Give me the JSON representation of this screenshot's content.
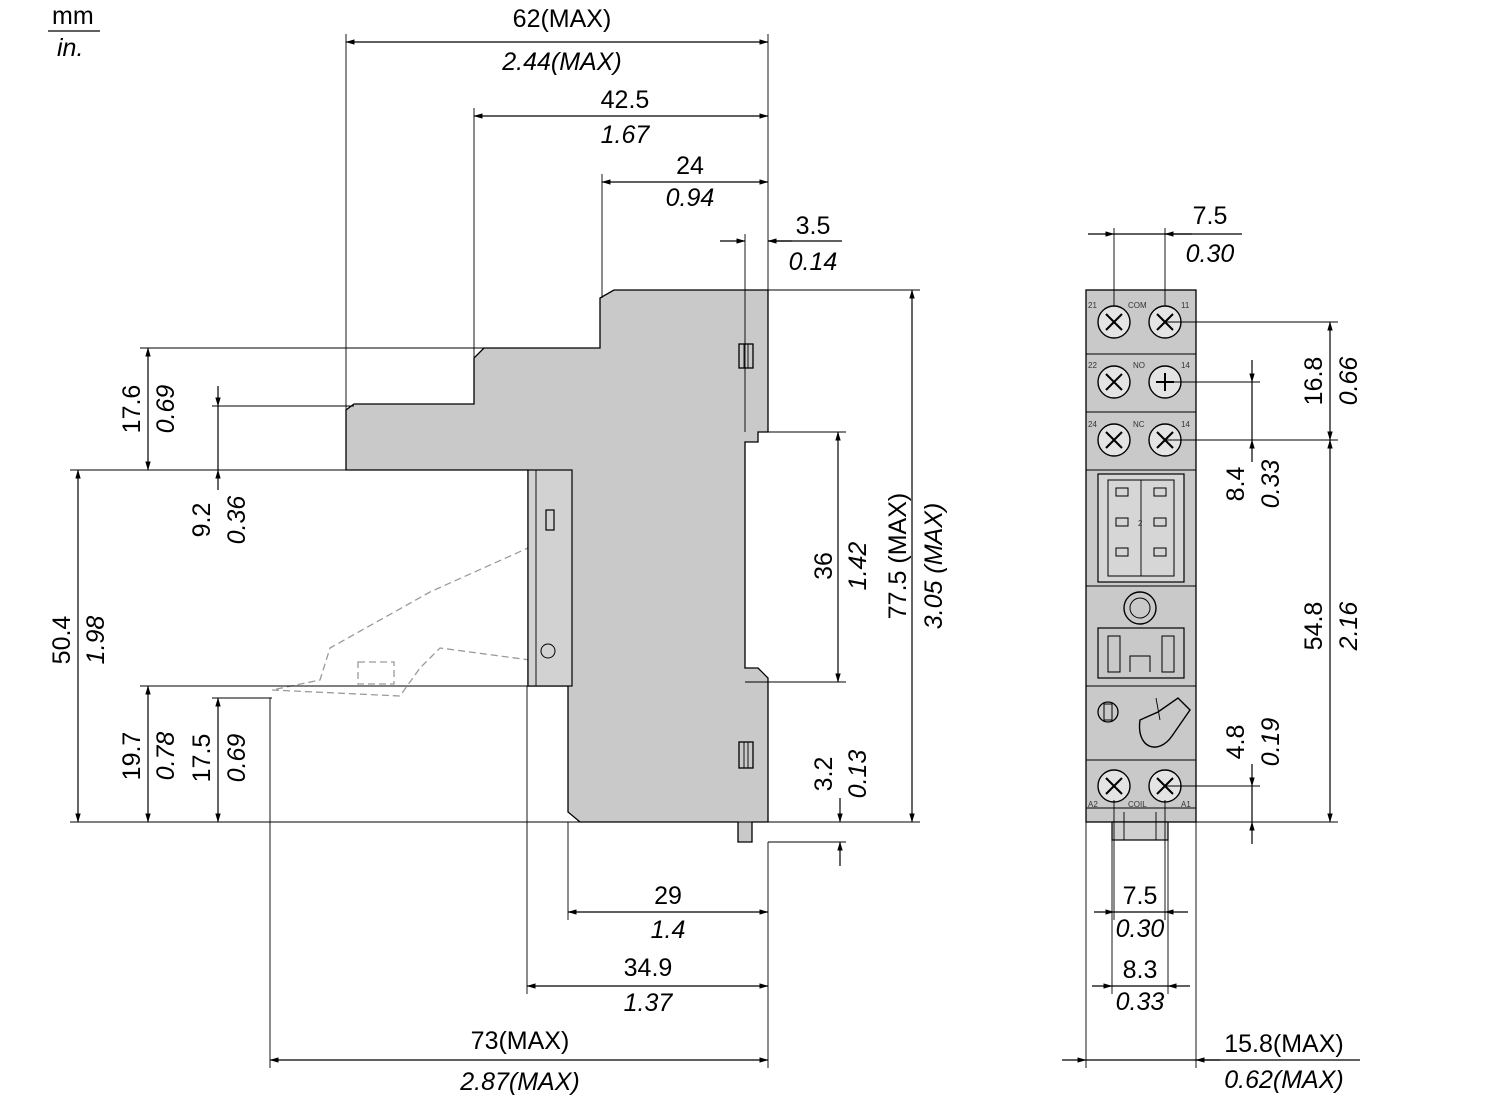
{
  "units": {
    "primary": "mm",
    "secondary": "in."
  },
  "side_view": {
    "width_max": {
      "mm": "62(MAX)",
      "in": "2.44(MAX)"
    },
    "step_2": {
      "mm": "42.5",
      "in": "1.67"
    },
    "step_1": {
      "mm": "24",
      "in": "0.94"
    },
    "clip_offset": {
      "mm": "3.5",
      "in": "0.14"
    },
    "rail_span": {
      "mm": "36",
      "in": "1.42"
    },
    "height_max": {
      "mm": "77.5 (MAX)",
      "in": "3.05 (MAX)"
    },
    "offset_top": {
      "mm": "3.2",
      "in": "0.13"
    },
    "top_step": {
      "mm": "17.6",
      "in": "0.69"
    },
    "top_step_2": {
      "mm": "9.2",
      "in": "0.36"
    },
    "left_height": {
      "mm": "50.4",
      "in": "1.98"
    },
    "lower_1": {
      "mm": "19.7",
      "in": "0.78"
    },
    "lower_2": {
      "mm": "17.5",
      "in": "0.69"
    },
    "depth_29": {
      "mm": "29",
      "in": "1.4"
    },
    "depth_349": {
      "mm": "34.9",
      "in": "1.37"
    },
    "depth_max": {
      "mm": "73(MAX)",
      "in": "2.87(MAX)"
    }
  },
  "front_view": {
    "pitch_top": {
      "mm": "7.5",
      "in": "0.30"
    },
    "top_rows": {
      "mm": "16.8",
      "in": "0.66"
    },
    "row_gap": {
      "mm": "8.4",
      "in": "0.33"
    },
    "center_span": {
      "mm": "54.8",
      "in": "2.16"
    },
    "bottom_row": {
      "mm": "4.8",
      "in": "0.19"
    },
    "pitch_bottom": {
      "mm": "7.5",
      "in": "0.30"
    },
    "foot_width": {
      "mm": "8.3",
      "in": "0.33"
    },
    "width_max": {
      "mm": "15.8(MAX)",
      "in": "0.62(MAX)"
    },
    "terminal_labels": [
      "21",
      "COM",
      "11",
      "22",
      "NO",
      "14",
      "24",
      "NC",
      "14",
      "A2",
      "COIL",
      "A1",
      "2"
    ]
  }
}
